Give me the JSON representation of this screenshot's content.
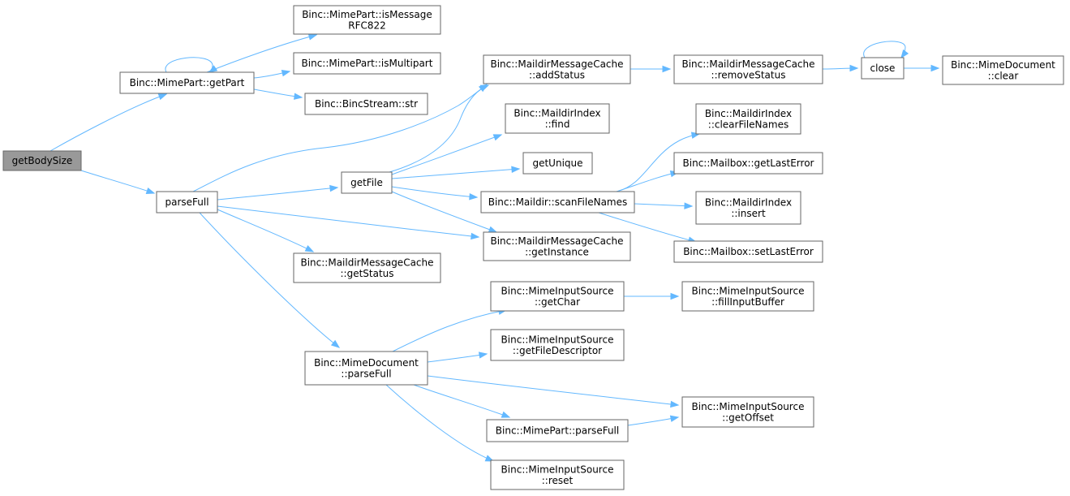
{
  "diagram": {
    "type": "call-graph",
    "colors": {
      "edge": "#63b8ff",
      "node_border": "#666666",
      "node_fill": "#ffffff",
      "root_fill": "#999999",
      "text": "#000000"
    },
    "nodes": [
      {
        "id": "getBodySize",
        "lines": [
          "getBodySize"
        ],
        "root": true
      },
      {
        "id": "getPart",
        "lines": [
          "Binc::MimePart::getPart"
        ]
      },
      {
        "id": "isMessageRFC822",
        "lines": [
          "Binc::MimePart::isMessage",
          "RFC822"
        ]
      },
      {
        "id": "isMultipart",
        "lines": [
          "Binc::MimePart::isMultipart"
        ]
      },
      {
        "id": "str",
        "lines": [
          "Binc::BincStream::str"
        ]
      },
      {
        "id": "parseFull",
        "lines": [
          "parseFull"
        ]
      },
      {
        "id": "getStatus",
        "lines": [
          "Binc::MaildirMessageCache",
          "::getStatus"
        ]
      },
      {
        "id": "docParseFull",
        "lines": [
          "Binc::MimeDocument",
          "::parseFull"
        ]
      },
      {
        "id": "getFile",
        "lines": [
          "getFile"
        ]
      },
      {
        "id": "addStatus",
        "lines": [
          "Binc::MaildirMessageCache",
          "::addStatus"
        ]
      },
      {
        "id": "find",
        "lines": [
          "Binc::MaildirIndex",
          "::find"
        ]
      },
      {
        "id": "getUnique",
        "lines": [
          "getUnique"
        ]
      },
      {
        "id": "scanFileNames",
        "lines": [
          "Binc::Maildir::scanFileNames"
        ]
      },
      {
        "id": "getInstance",
        "lines": [
          "Binc::MaildirMessageCache",
          "::getInstance"
        ]
      },
      {
        "id": "getChar",
        "lines": [
          "Binc::MimeInputSource",
          "::getChar"
        ]
      },
      {
        "id": "getFileDescriptor",
        "lines": [
          "Binc::MimeInputSource",
          "::getFileDescriptor"
        ]
      },
      {
        "id": "partParseFull",
        "lines": [
          "Binc::MimePart::parseFull"
        ]
      },
      {
        "id": "reset",
        "lines": [
          "Binc::MimeInputSource",
          "::reset"
        ]
      },
      {
        "id": "removeStatus",
        "lines": [
          "Binc::MaildirMessageCache",
          "::removeStatus"
        ]
      },
      {
        "id": "clearFileNames",
        "lines": [
          "Binc::MaildirIndex",
          "::clearFileNames"
        ]
      },
      {
        "id": "getLastError",
        "lines": [
          "Binc::Mailbox::getLastError"
        ]
      },
      {
        "id": "insert",
        "lines": [
          "Binc::MaildirIndex",
          "::insert"
        ]
      },
      {
        "id": "setLastError",
        "lines": [
          "Binc::Mailbox::setLastError"
        ]
      },
      {
        "id": "fillInputBuffer",
        "lines": [
          "Binc::MimeInputSource",
          "::fillInputBuffer"
        ]
      },
      {
        "id": "getOffset",
        "lines": [
          "Binc::MimeInputSource",
          "::getOffset"
        ]
      },
      {
        "id": "close",
        "lines": [
          "close"
        ]
      },
      {
        "id": "clear",
        "lines": [
          "Binc::MimeDocument",
          "::clear"
        ]
      }
    ],
    "edges": [
      {
        "from": "getBodySize",
        "to": "getPart"
      },
      {
        "from": "getBodySize",
        "to": "parseFull"
      },
      {
        "from": "getPart",
        "to": "getPart"
      },
      {
        "from": "getPart",
        "to": "isMessageRFC822"
      },
      {
        "from": "getPart",
        "to": "isMultipart"
      },
      {
        "from": "getPart",
        "to": "str"
      },
      {
        "from": "parseFull",
        "to": "addStatus"
      },
      {
        "from": "parseFull",
        "to": "getFile"
      },
      {
        "from": "parseFull",
        "to": "getInstance"
      },
      {
        "from": "parseFull",
        "to": "getStatus"
      },
      {
        "from": "parseFull",
        "to": "docParseFull"
      },
      {
        "from": "getFile",
        "to": "addStatus"
      },
      {
        "from": "getFile",
        "to": "find"
      },
      {
        "from": "getFile",
        "to": "getUnique"
      },
      {
        "from": "getFile",
        "to": "scanFileNames"
      },
      {
        "from": "getFile",
        "to": "getInstance"
      },
      {
        "from": "addStatus",
        "to": "removeStatus"
      },
      {
        "from": "removeStatus",
        "to": "close"
      },
      {
        "from": "close",
        "to": "close"
      },
      {
        "from": "close",
        "to": "clear"
      },
      {
        "from": "scanFileNames",
        "to": "clearFileNames"
      },
      {
        "from": "scanFileNames",
        "to": "getLastError"
      },
      {
        "from": "scanFileNames",
        "to": "insert"
      },
      {
        "from": "scanFileNames",
        "to": "setLastError"
      },
      {
        "from": "docParseFull",
        "to": "getChar"
      },
      {
        "from": "docParseFull",
        "to": "getFileDescriptor"
      },
      {
        "from": "docParseFull",
        "to": "getOffset"
      },
      {
        "from": "docParseFull",
        "to": "partParseFull"
      },
      {
        "from": "docParseFull",
        "to": "reset"
      },
      {
        "from": "getChar",
        "to": "fillInputBuffer"
      },
      {
        "from": "partParseFull",
        "to": "getOffset"
      }
    ]
  }
}
